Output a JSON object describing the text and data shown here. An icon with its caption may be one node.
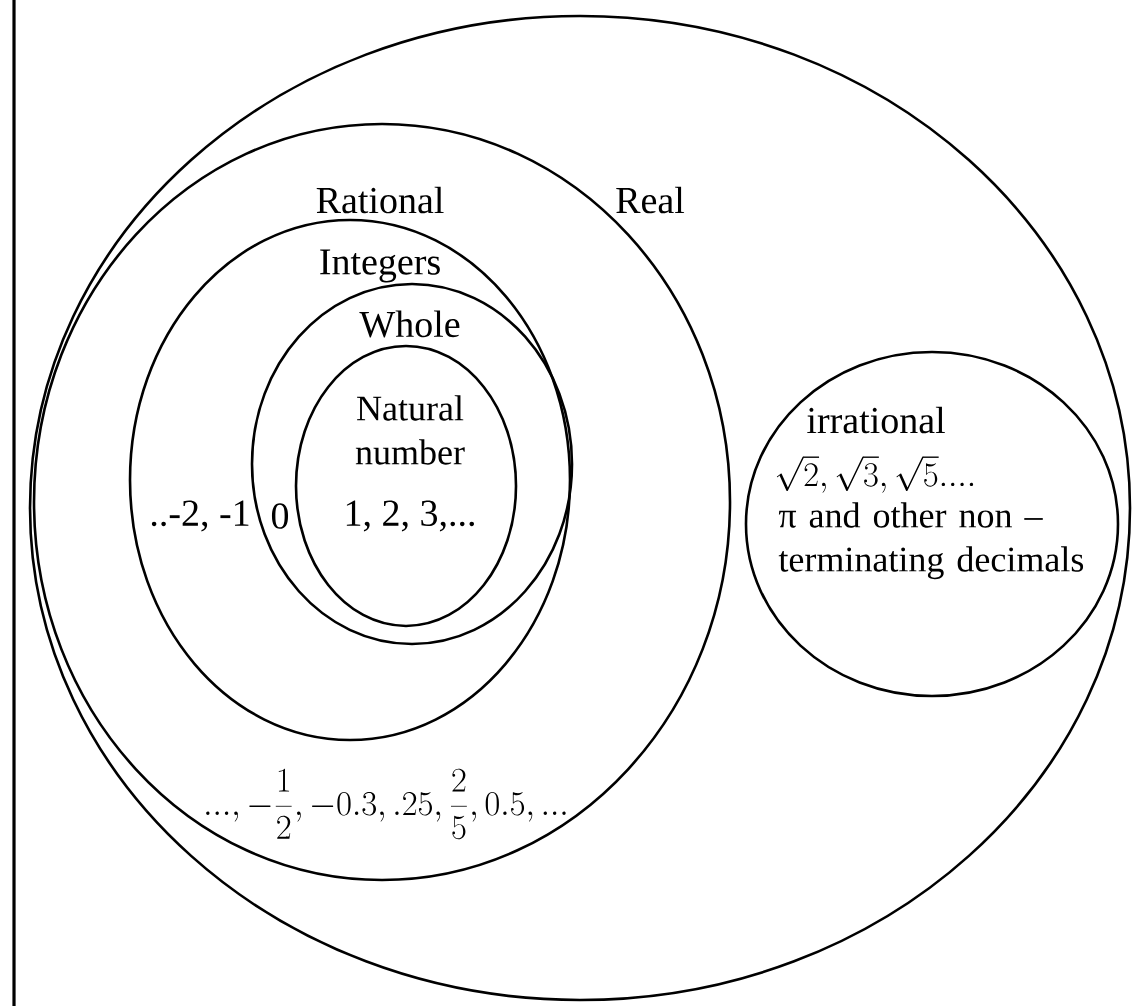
{
  "diagram": {
    "nodes": [
      {
        "text": [
          "Real"
        ]
      },
      {
        "text": [
          "Rational",
          "..., -\\frac{1}{2}, -0.3, .25, \\frac{2}{5}, 0.5, ..."
        ],
        "in": 0
      },
      {
        "text": [
          "Integers",
          "..-2, -1"
        ],
        "in": 1
      },
      {
        "text": [
          "Whole",
          "0"
        ],
        "in": 2
      },
      {
        "text": [
          "Natural number",
          "1, 2, 3,..."
        ],
        "in": 3
      },
      {
        "text": [
          "irrational",
          "\\sqrt{2},\\sqrt{3},\\sqrt{5}....",
          "π and other non – terminating decimals"
        ],
        "in": 0
      }
    ]
  }
}
